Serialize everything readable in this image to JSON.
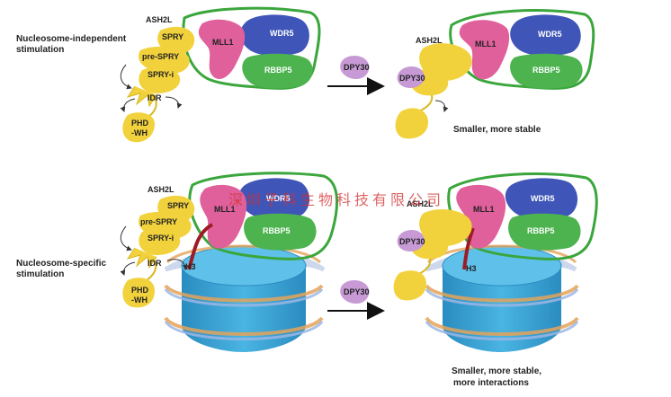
{
  "top_row": {
    "side_label_line1": "Nucleosome-independent",
    "side_label_line2": "stimulation",
    "left": {
      "ash2l": "ASH2L",
      "spry": "SPRY",
      "pre_spry": "pre-SPRY",
      "spry_i": "SPRY-i",
      "idr": "IDR",
      "phd_line1": "PHD",
      "phd_line2": "-WH",
      "mll1": "MLL1",
      "wdr5": "WDR5",
      "rbbp5": "RBBP5"
    },
    "dpy30": "DPY30",
    "right": {
      "ash2l": "ASH2L",
      "dpy30": "DPY30",
      "mll1": "MLL1",
      "wdr5": "WDR5",
      "rbbp5": "RBBP5",
      "caption": "Smaller, more stable"
    }
  },
  "bottom_row": {
    "side_label_line1": "Nucleosome-specific",
    "side_label_line2": "stimulation",
    "left": {
      "ash2l": "ASH2L",
      "spry": "SPRY",
      "pre_spry": "pre-SPRY",
      "spry_i": "SPRY-i",
      "idr": "IDR",
      "phd_line1": "PHD",
      "phd_line2": "-WH",
      "mll1": "MLL1",
      "wdr5": "WDR5",
      "rbbp5": "RBBP5",
      "h3": "H3"
    },
    "dpy30": "DPY30",
    "right": {
      "ash2l": "ASH2L",
      "dpy30": "DPY30",
      "mll1": "MLL1",
      "wdr5": "WDR5",
      "rbbp5": "RBBP5",
      "h3": "H3",
      "caption_line1": "Smaller, more stable,",
      "caption_line2": "more interactions"
    }
  },
  "watermark": "深圳子科生物科技有限公司",
  "colors": {
    "ash2l_yellow": "#f2d23c",
    "mll1_pink": "#e0609c",
    "wdr5_blue": "#3f56b8",
    "rbbp5_green": "#4cb34f",
    "outline_green": "#3aa63c",
    "dpy30_purple": "#c79ad6",
    "nucleosome_blue": "#3aa6d6",
    "h3_red": "#9e1b24",
    "watermark_red": "#d32f2f"
  }
}
